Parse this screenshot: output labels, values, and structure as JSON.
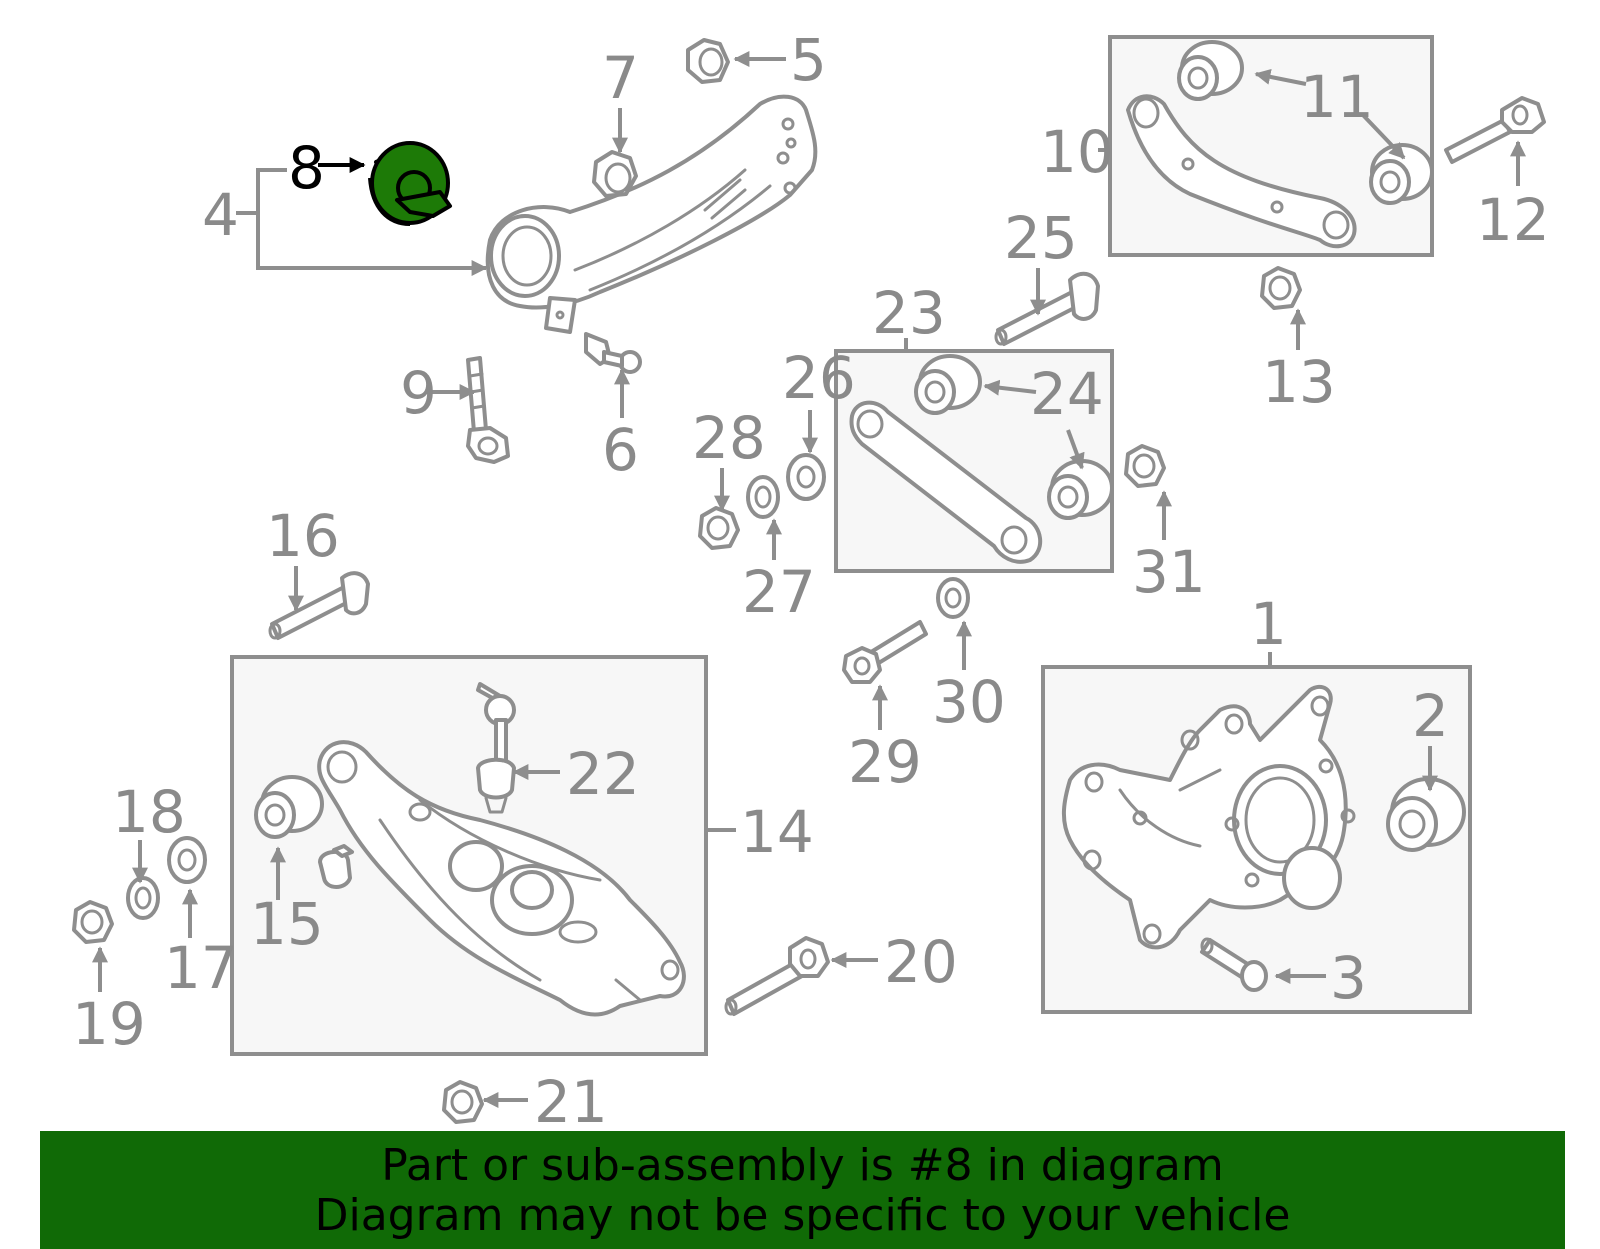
{
  "highlight_color": "#1d7a07",
  "banner_color": "#106a06",
  "callouts": {
    "c1": "1",
    "c2": "2",
    "c3": "3",
    "c4": "4",
    "c5": "5",
    "c6": "6",
    "c7": "7",
    "c8": "8",
    "c9": "9",
    "c10": "10",
    "c11": "11",
    "c12": "12",
    "c13": "13",
    "c14": "14",
    "c15": "15",
    "c16": "16",
    "c17": "17",
    "c18": "18",
    "c19": "19",
    "c20": "20",
    "c21": "21",
    "c22": "22",
    "c23": "23",
    "c24": "24",
    "c25": "25",
    "c26": "26",
    "c27": "27",
    "c28": "28",
    "c29": "29",
    "c30": "30",
    "c31": "31"
  },
  "banner": {
    "line1": "Part or sub-assembly is #8 in diagram",
    "line2": "Diagram may not be specific to your vehicle"
  }
}
